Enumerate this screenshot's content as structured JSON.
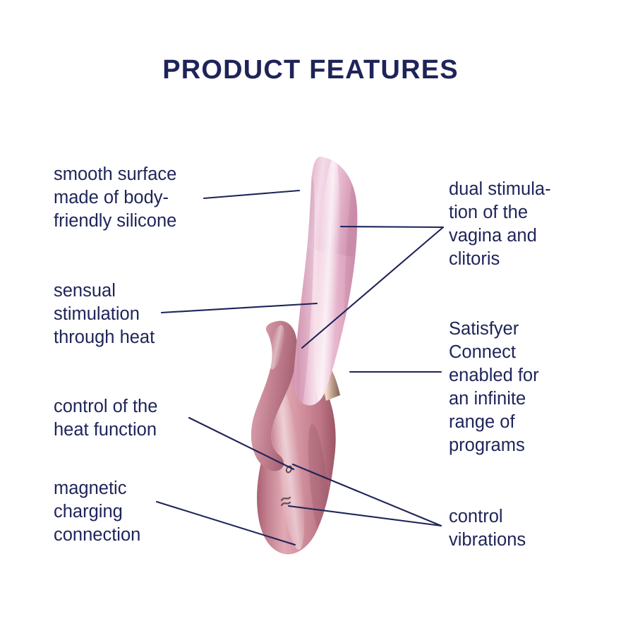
{
  "header": {
    "title": "PRODUCT FEATURES"
  },
  "colors": {
    "navy": "#1e2459",
    "background": "#ffffff",
    "upper_shaft_light": "#f6dde8",
    "upper_shaft_mid": "#e9b9cf",
    "upper_shaft_dark": "#d69cb6",
    "lower_body_light": "#dfa4b0",
    "lower_body_mid": "#c9818f",
    "lower_body_dark": "#a9606f",
    "clitoral_arm": "#c07f90",
    "metal_band_light": "#f3ddc8",
    "metal_band_dark": "#8a6a63"
  },
  "labels": {
    "left": [
      {
        "id": "smooth-surface",
        "text": "smooth surface\nmade of body-\nfriendly silicone"
      },
      {
        "id": "sensual-heat",
        "text": "sensual\nstimulation\nthrough heat"
      },
      {
        "id": "heat-control",
        "text": "control of the\nheat function"
      },
      {
        "id": "magnetic-charging",
        "text": "magnetic\ncharging\nconnection"
      }
    ],
    "right": [
      {
        "id": "dual-stimulation",
        "text": "dual stimula-\ntion of the\nvagina and\nclitoris"
      },
      {
        "id": "satisfyer-connect",
        "text": "Satisfyer\nConnect\nenabled for\nan infinite\nrange of\nprograms"
      },
      {
        "id": "control-vibrations",
        "text": "control\nvibrations"
      }
    ]
  },
  "product": {
    "name": "rabbit-vibrator-illustration",
    "controls": [
      {
        "id": "button-power-heat",
        "icon": "wave-small-icon"
      },
      {
        "id": "button-vibration",
        "icon": "wave-double-icon"
      }
    ]
  }
}
